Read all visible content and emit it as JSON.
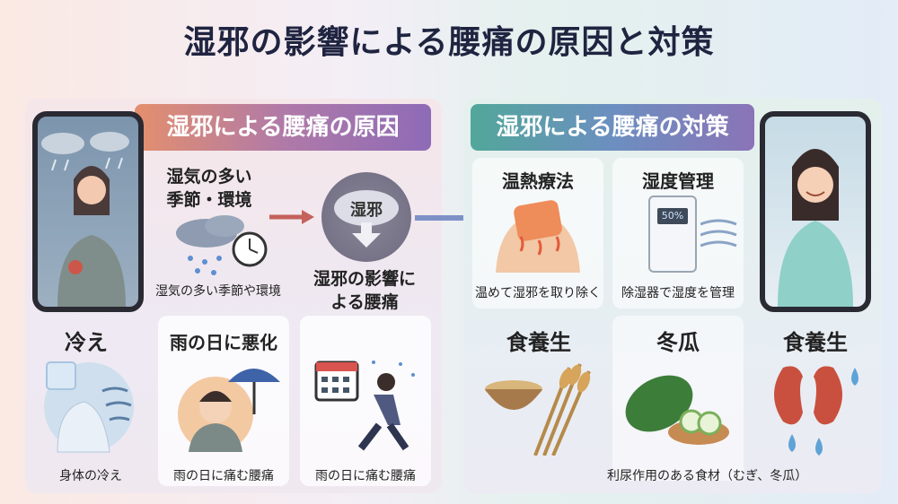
{
  "title": "湿邪の影響による腰痛の原因と対策",
  "left_panel": {
    "banner": "湿邪による腰痛の原因",
    "humid": {
      "heading": "湿気の多い\n季節・環境",
      "caption": "湿気の多い季節や環境"
    },
    "center": {
      "cloud_label": "湿邪",
      "caption": "湿邪の影響に\nよる腰痛"
    },
    "cold": {
      "heading": "冷え",
      "caption": "身体の冷え"
    },
    "rainy": {
      "heading": "雨の日に悪化",
      "caption": "雨の日に痛む腰痛"
    },
    "rainy2": {
      "caption": "雨の日に痛む腰痛"
    }
  },
  "right_panel": {
    "banner": "湿邪による腰痛の対策",
    "heat": {
      "heading": "温熱療法",
      "caption": "温めて湿邪を取り除く"
    },
    "humidity": {
      "heading": "湿度管理",
      "caption": "除湿器で湿度を管理",
      "display": "50%"
    },
    "diet1": {
      "heading": "食養生"
    },
    "wintermelon": {
      "heading": "冬瓜",
      "caption": "利尿作用のある食材（むぎ、冬瓜）"
    },
    "diet2": {
      "heading": "食養生"
    }
  }
}
